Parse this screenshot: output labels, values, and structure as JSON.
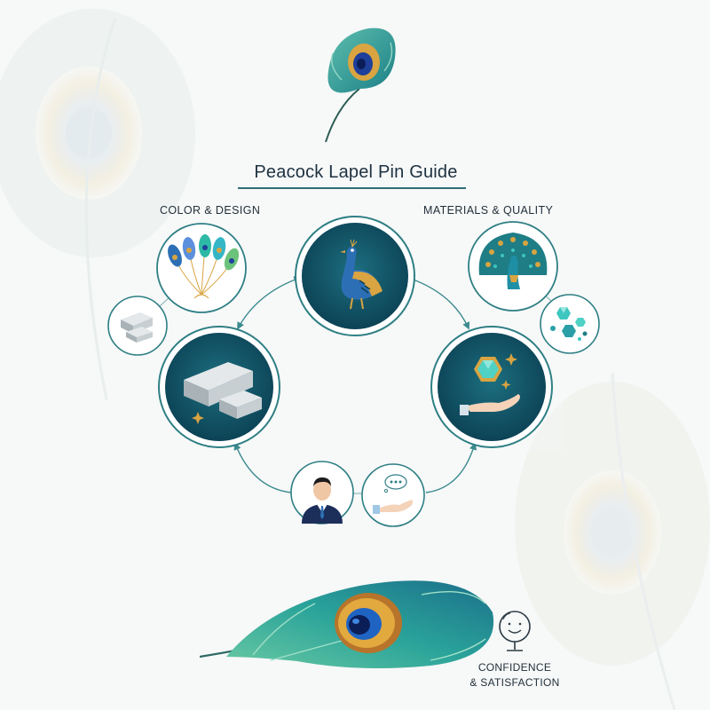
{
  "title": "Peacock Lapel Pin Guide",
  "labels": {
    "color_design": "COLOR & DESIGN",
    "materials_quality": "MATERIALS & QUALITY",
    "confidence_line1": "CONFIDENCE",
    "confidence_line2": "& SATISFACTION"
  },
  "icons": [
    "peacock-feather-icon",
    "peacock-icon",
    "silver-bars-icon",
    "gem-hand-icon",
    "feather-fan-icon",
    "peacock-brooch-icon",
    "gems-icon",
    "businessman-icon",
    "hand-thought-icon",
    "mirror-smile-icon"
  ],
  "colors": {
    "teal_dark": "#0d4a5e",
    "teal_ring": "#2e7f84",
    "gold": "#d9a441",
    "background": "#f7f8f8"
  }
}
